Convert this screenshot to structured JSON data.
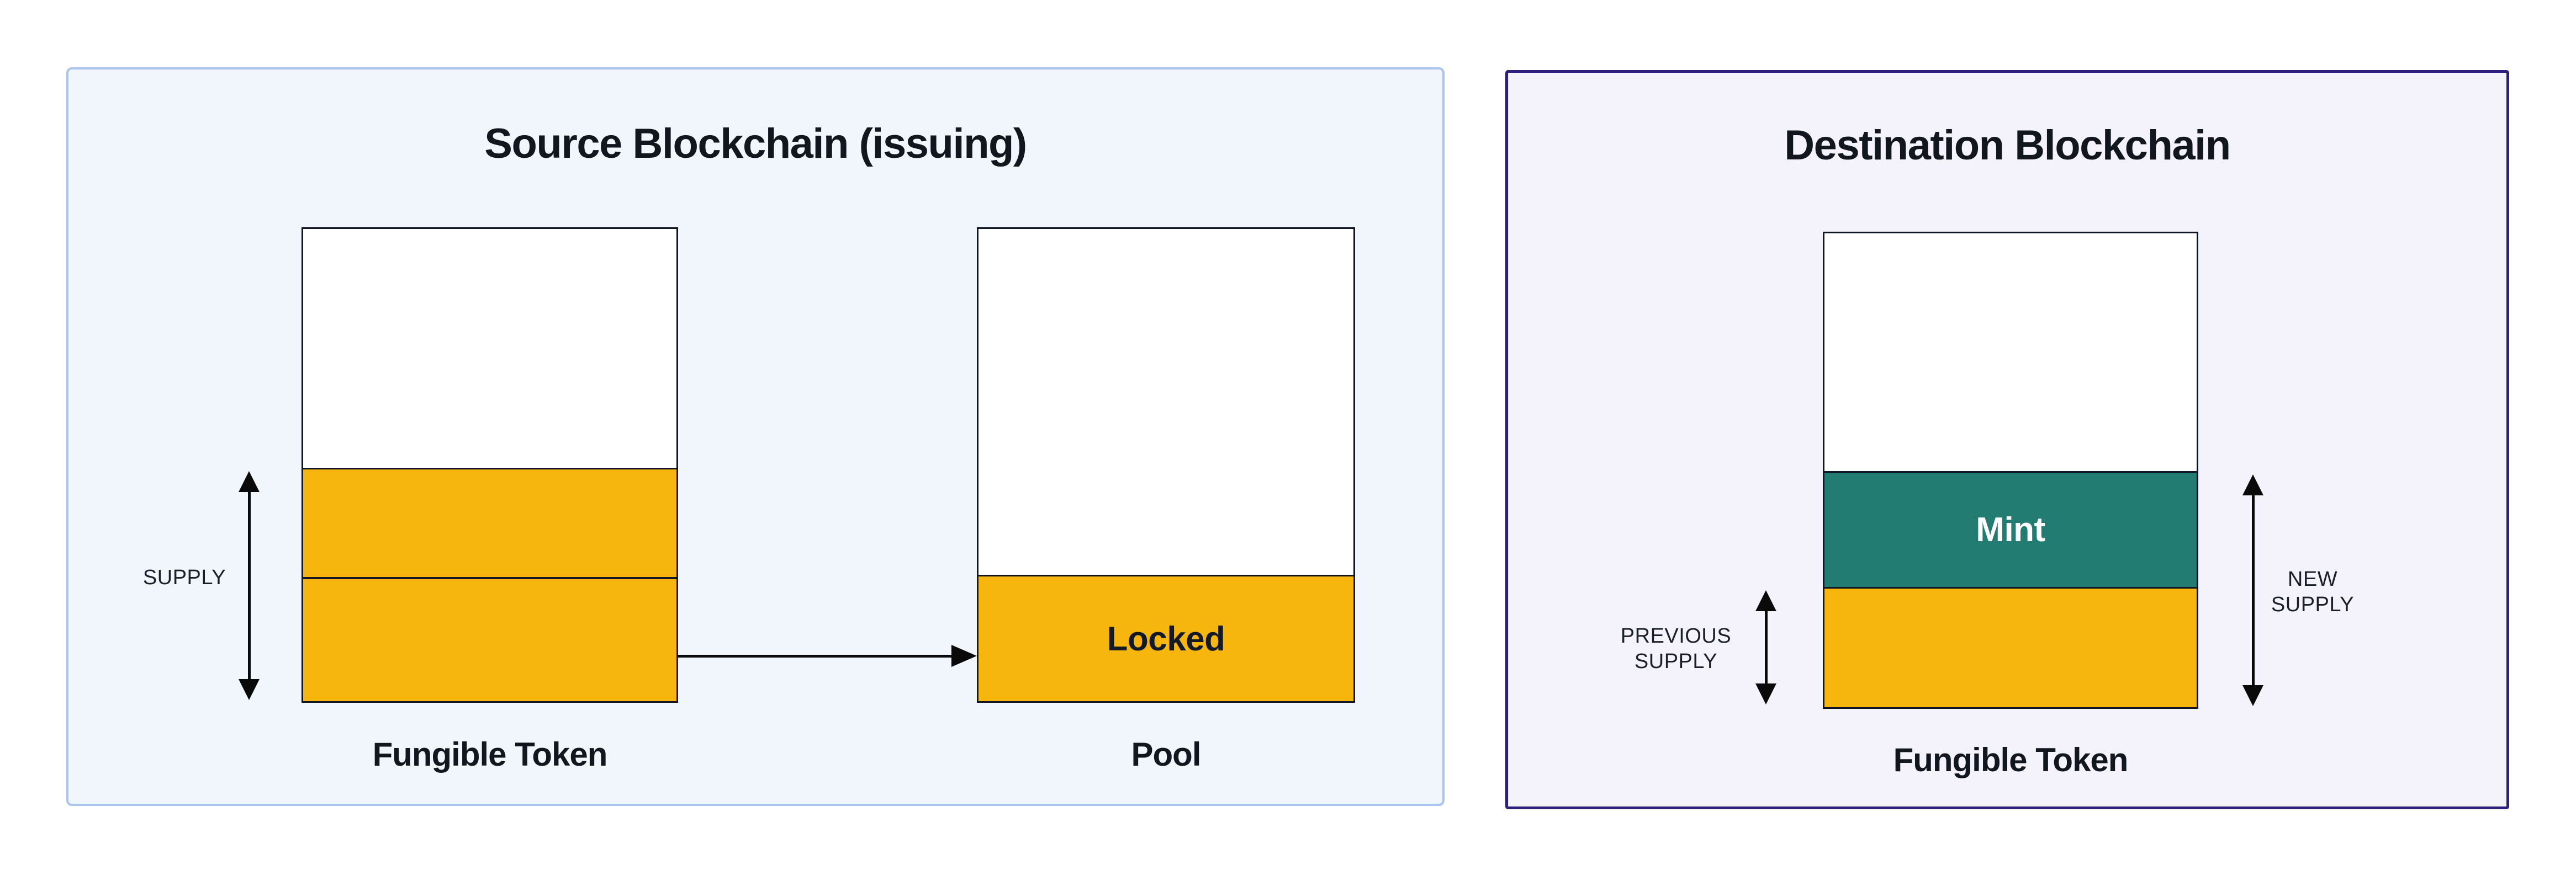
{
  "colors": {
    "page_background": "#ffffff",
    "source_panel_background": "#f1f5fc",
    "source_panel_border": "#abc5f1",
    "destination_panel_background": "#f4f2fb",
    "destination_panel_border": "#2e1f7f",
    "token_yellow": "#f6b60d",
    "mint_teal": "#237c72",
    "bar_outline": "#101623",
    "arrow_black": "#0a0a0a",
    "text_dark": "#141a24",
    "mint_text": "#ffffff"
  },
  "source_panel": {
    "title": "Source Blockchain (issuing)",
    "supply_label": "SUPPLY",
    "token_bar_label": "Fungible Token",
    "pool_label": "Pool",
    "locked_label": "Locked"
  },
  "destination_panel": {
    "title": "Destination Blockchain",
    "mint_label": "Mint",
    "previous_supply_lines": [
      "PREVIOUS",
      "SUPPLY"
    ],
    "new_supply_lines": [
      "NEW",
      "SUPPLY"
    ],
    "token_bar_label": "Fungible Token"
  }
}
